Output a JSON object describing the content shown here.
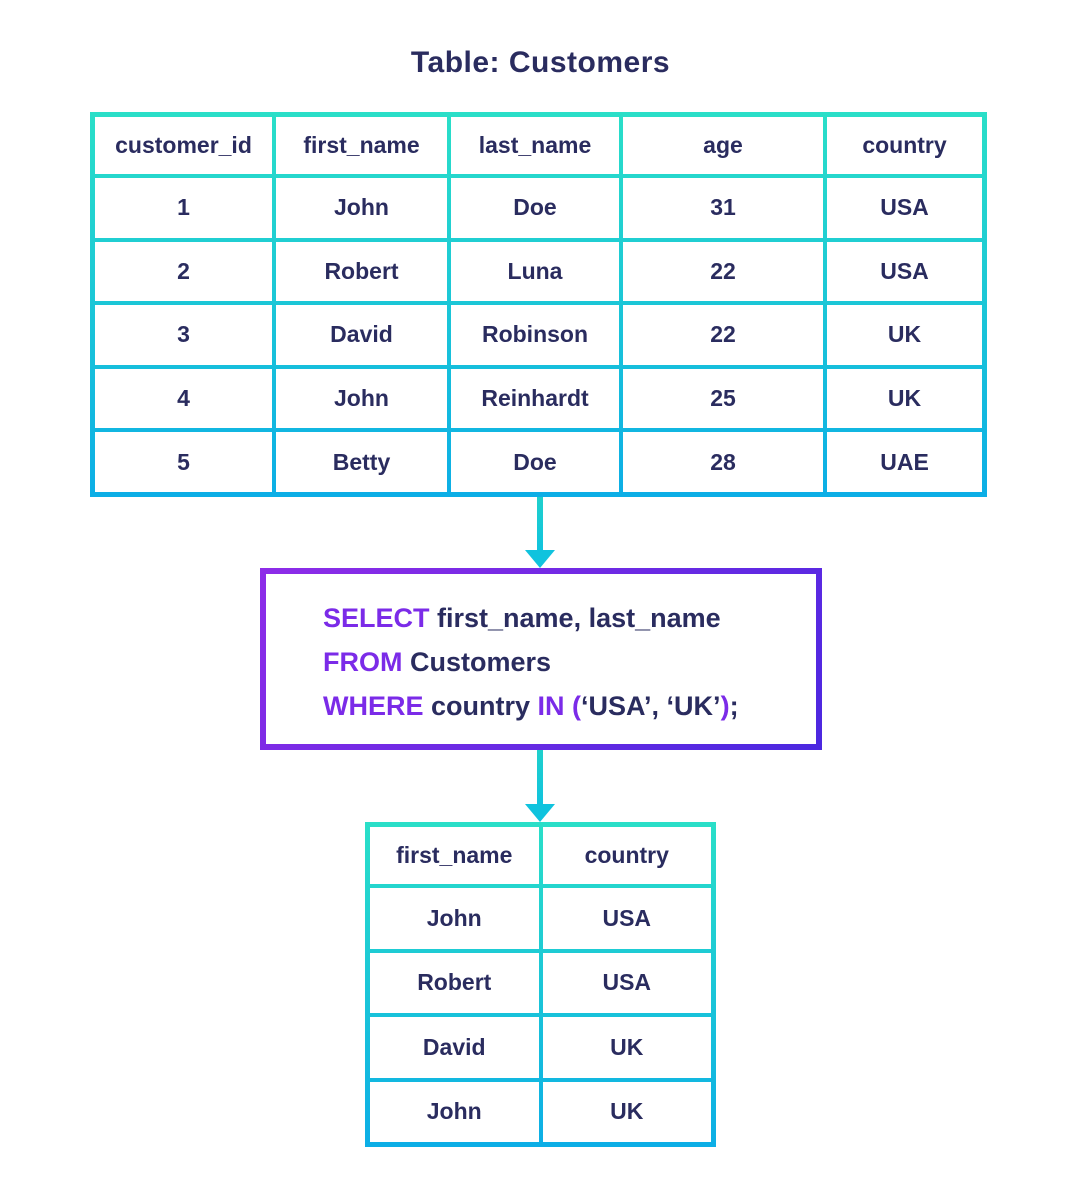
{
  "title": "Table: Customers",
  "source_table": {
    "columns": [
      "customer_id",
      "first_name",
      "last_name",
      "age",
      "country"
    ],
    "rows": [
      [
        "1",
        "John",
        "Doe",
        "31",
        "USA"
      ],
      [
        "2",
        "Robert",
        "Luna",
        "22",
        "USA"
      ],
      [
        "3",
        "David",
        "Robinson",
        "22",
        "UK"
      ],
      [
        "4",
        "John",
        "Reinhardt",
        "25",
        "UK"
      ],
      [
        "5",
        "Betty",
        "Doe",
        "28",
        "UAE"
      ]
    ]
  },
  "query": {
    "lines": [
      [
        {
          "text": "SELECT",
          "keyword": true
        },
        {
          "text": " first_name, last_name",
          "keyword": false
        }
      ],
      [
        {
          "text": "FROM",
          "keyword": true
        },
        {
          "text": " Customers",
          "keyword": false
        }
      ],
      [
        {
          "text": "WHERE",
          "keyword": true
        },
        {
          "text": " country ",
          "keyword": false
        },
        {
          "text": "IN",
          "keyword": true
        },
        {
          "text": " ",
          "keyword": false
        },
        {
          "text": "(",
          "keyword": true
        },
        {
          "text": "‘USA’, ‘UK’",
          "keyword": false
        },
        {
          "text": ")",
          "keyword": true
        },
        {
          "text": ";",
          "keyword": false
        }
      ]
    ]
  },
  "result_table": {
    "columns": [
      "first_name",
      "country"
    ],
    "rows": [
      [
        "John",
        "USA"
      ],
      [
        "Robert",
        "USA"
      ],
      [
        "David",
        "UK"
      ],
      [
        "John",
        "UK"
      ]
    ]
  },
  "colors": {
    "background": "#ffffff",
    "text_navy": "#2a2c5f",
    "keyword_purple": "#7b2be8",
    "teal_top": "#2adfc8",
    "cyan_bottom": "#0caee6",
    "arrow_top": "#1fd0cc",
    "arrow_bottom": "#10c3de",
    "purple_start": "#8e2ce8",
    "purple_end": "#4b28e0"
  }
}
